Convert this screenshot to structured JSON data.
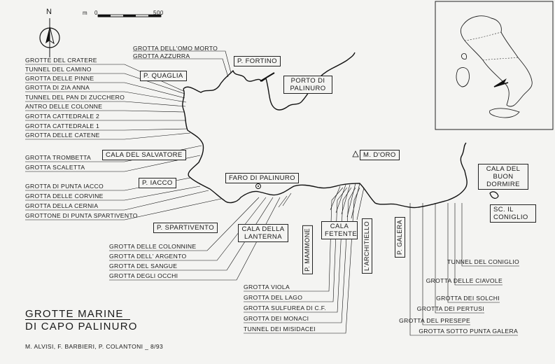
{
  "title": {
    "line1": "GROTTE MARINE",
    "line2": "DI CAPO PALINURO"
  },
  "credits": "M. ALVISI, F. BARBIERI, P. COLANTONI _ 8/93",
  "north_label": "N",
  "scale": {
    "unit": "m",
    "start": "0",
    "end": "500"
  },
  "places": {
    "p_fortino": "P. FORTINO",
    "porto": "PORTO DI PALINURO",
    "p_quaglia": "P. QUAGLIA",
    "cala_salvatore": "CALA DEL SALVATORE",
    "m_doro": "M. D'ORO",
    "faro": "FARO DI PALINURO",
    "p_iacco": "P. IACCO",
    "p_spartivento": "P. SPARTIVENTO",
    "cala_lanterna": "CALA DELLA LANTERNA",
    "p_mammone": "P. MAMMONE",
    "cala_fetente": "CALA FETENTE",
    "architiello": "L'ARCHITIELLO",
    "p_galera": "P. GALERA",
    "cala_buon_dormire": "CALA DEL BUON DORMIRE",
    "sc_coniglio": "SC. IL CONIGLIO"
  },
  "caves_north": [
    "GROTTA DELL'OMO MORTO",
    "GROTTA AZZURRA"
  ],
  "caves_west": [
    "GROTTE DEL CRATERE",
    "TUNNEL DEL CAMINO",
    "GROTTA DELLE PINNE",
    "GROTTA DI ZIA ANNA",
    "TUNNEL DEL PAN DI ZUCCHERO",
    "ANTRO DELLE COLONNE",
    "GROTTA CATTEDRALE 2",
    "GROTTA CATTEDRALE 1",
    "GROTTA DELLE CATENE",
    "GROTTA TROMBETTA",
    "GROTTA SCALETTA",
    "GROTTA DI PUNTA IACCO",
    "GROTTA DELLE CORVINE",
    "GROTTA DELLA CERNIA",
    "GROTTONE DI PUNTA SPARTIVENTO"
  ],
  "caves_lanterna": [
    "GROTTA DELLE COLONNINE",
    "GROTTA DELL' ARGENTO",
    "GROTTA DEL SANGUE",
    "GROTTA DEGLI OCCHI"
  ],
  "caves_fetente": [
    "GROTTA VIOLA",
    "GROTTA DEL LAGO",
    "GROTTA SULFUREA DI C.F.",
    "GROTTA DEI MONACI",
    "TUNNEL DEI MISIDACEI"
  ],
  "caves_east": [
    "TUNNEL DEL CONIGLIO",
    "GROTTA DELLE CIAVOLE",
    "GROTTA DEI SOLCHI",
    "GROTTA DEI PERTUSI",
    "GROTTA DEL PRESEPE",
    "GROTTA SOTTO PUNTA GALERA"
  ],
  "colors": {
    "ink": "#1a1a1a",
    "paper": "#f4f4f2"
  }
}
